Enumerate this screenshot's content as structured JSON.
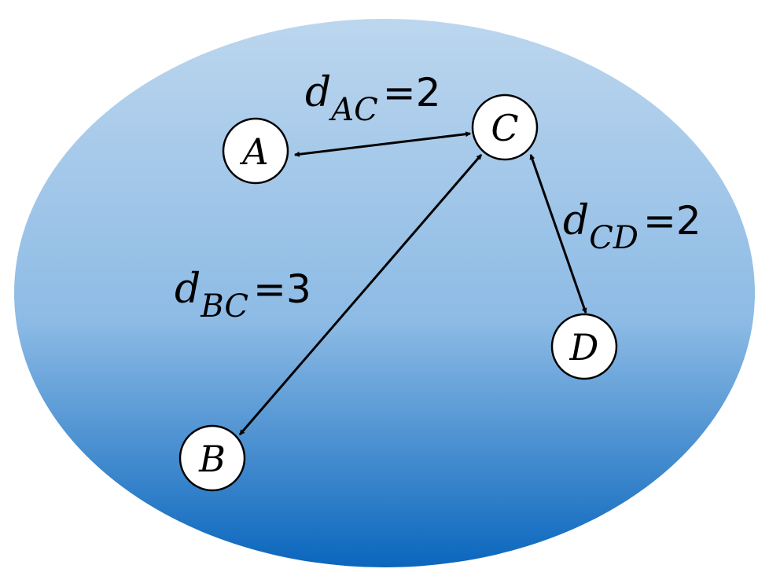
{
  "background": {
    "gradient_top": "#bcd6ee",
    "gradient_mid": "#8dbbe5",
    "gradient_bottom": "#0a66bd"
  },
  "nodes": {
    "A": {
      "label": "A"
    },
    "B": {
      "label": "B"
    },
    "C": {
      "label": "C"
    },
    "D": {
      "label": "D"
    }
  },
  "edges": {
    "AC": {
      "var": "d",
      "sub": "AC",
      "op": "=",
      "value": "2"
    },
    "BC": {
      "var": "d",
      "sub": "BC",
      "op": "=",
      "value": "3"
    },
    "CD": {
      "var": "d",
      "sub": "CD",
      "op": "=",
      "value": "2"
    }
  }
}
